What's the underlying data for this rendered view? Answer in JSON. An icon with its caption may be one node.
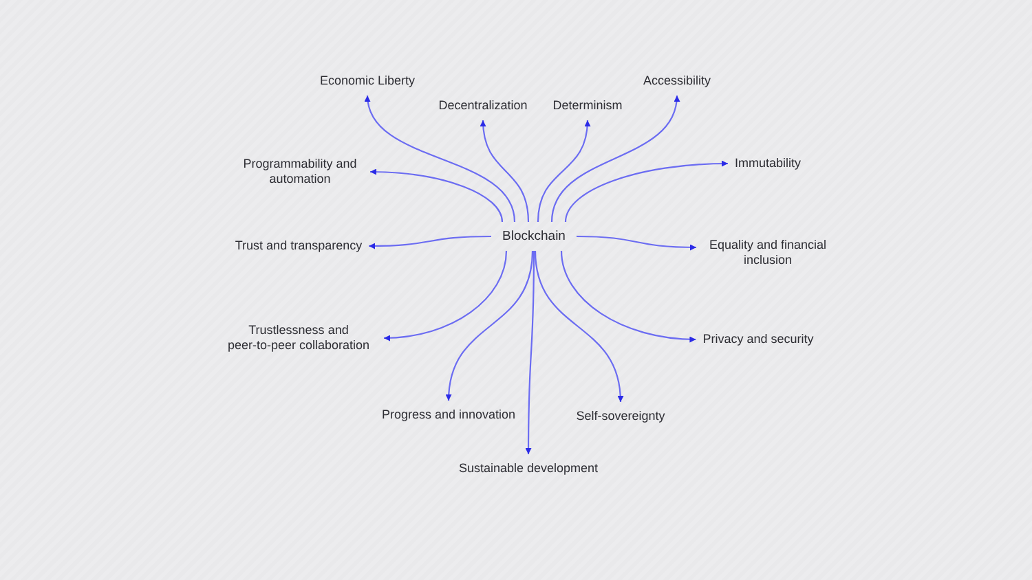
{
  "diagram": {
    "nodes": [
      {
        "text": [
          "Blockchain"
        ]
      },
      {
        "text": [
          "Economic Liberty"
        ]
      },
      {
        "text": [
          "Accessibility"
        ]
      },
      {
        "text": [
          "Decentralization"
        ]
      },
      {
        "text": [
          "Determinism"
        ]
      },
      {
        "text": [
          "Immutability"
        ]
      },
      {
        "text": [
          "Programmability and automation"
        ]
      },
      {
        "text": [
          "Trust and transparency"
        ]
      },
      {
        "text": [
          "Equality and financial inclusion"
        ]
      },
      {
        "text": [
          "Trustlessness and peer-to-peer collaboration"
        ]
      },
      {
        "text": [
          "Privacy and security"
        ]
      },
      {
        "text": [
          "Progress and innovation"
        ]
      },
      {
        "text": [
          "Self-sovereignty"
        ]
      },
      {
        "text": [
          "Sustainable development"
        ]
      }
    ],
    "edges": [
      {
        "from": 0,
        "to": 1,
        "arrow": "to"
      },
      {
        "from": 0,
        "to": 2,
        "arrow": "to"
      },
      {
        "from": 0,
        "to": 3,
        "arrow": "to"
      },
      {
        "from": 0,
        "to": 4,
        "arrow": "to"
      },
      {
        "from": 0,
        "to": 5,
        "arrow": "to"
      },
      {
        "from": 0,
        "to": 6,
        "arrow": "to"
      },
      {
        "from": 0,
        "to": 7,
        "arrow": "to"
      },
      {
        "from": 0,
        "to": 8,
        "arrow": "to"
      },
      {
        "from": 0,
        "to": 9,
        "arrow": "to"
      },
      {
        "from": 0,
        "to": 10,
        "arrow": "to"
      },
      {
        "from": 0,
        "to": 11,
        "arrow": "to"
      },
      {
        "from": 0,
        "to": 12,
        "arrow": "to"
      },
      {
        "from": 0,
        "to": 13,
        "arrow": "to"
      }
    ]
  }
}
